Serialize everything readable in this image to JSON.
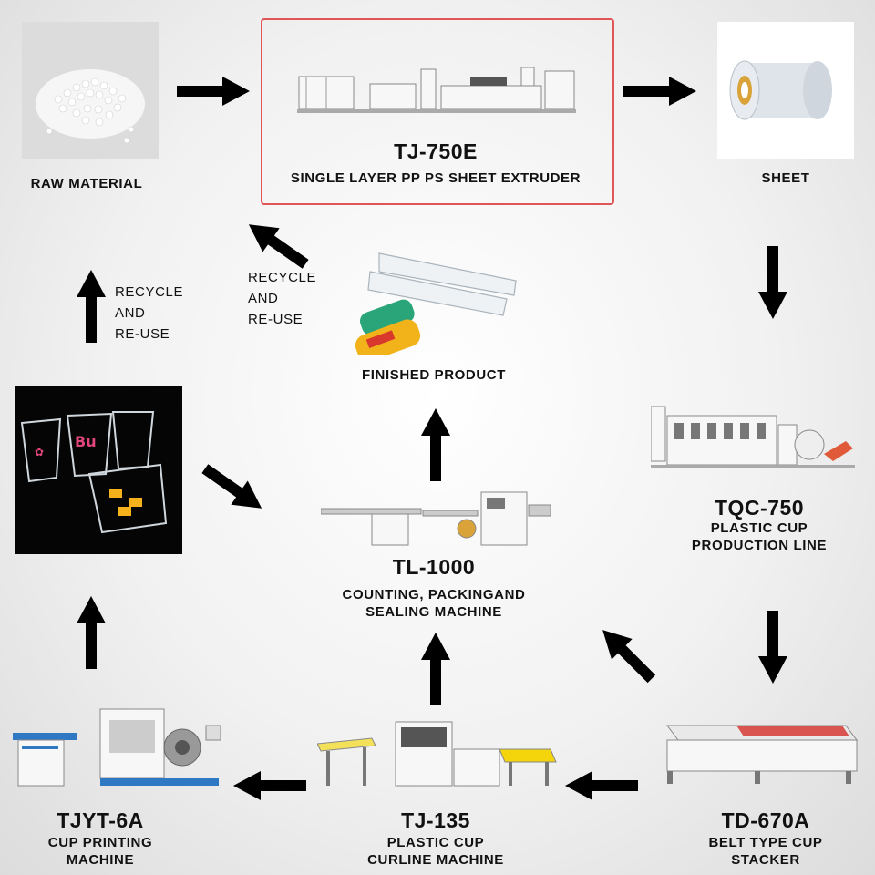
{
  "nodes": {
    "raw_material": {
      "label": "RAW MATERIAL"
    },
    "extruder": {
      "model": "TJ-750E",
      "desc": "SINGLE LAYER PP PS SHEET EXTRUDER"
    },
    "sheet": {
      "label": "SHEET"
    },
    "finished_product": {
      "label": "FINISHED PRODUCT"
    },
    "tqc750": {
      "model": "TQC-750",
      "desc_line1": "PLASTIC CUP",
      "desc_line2": "PRODUCTION LINE"
    },
    "tl1000": {
      "model": "TL-1000",
      "desc_line1": "COUNTING, PACKINGAND",
      "desc_line2": "SEALING MACHINE"
    },
    "td670a": {
      "model": "TD-670A",
      "desc_line1": "BELT TYPE CUP",
      "desc_line2": "STACKER"
    },
    "tj135": {
      "model": "TJ-135",
      "desc_line1": "PLASTIC CUP",
      "desc_line2": "CURLINE MACHINE"
    },
    "tjyt6a": {
      "model": "TJYT-6A",
      "desc_line1": "CUP PRINTING",
      "desc_line2": "MACHINE"
    }
  },
  "recycle_left": {
    "line1": "RECYCLE",
    "line2": "AND",
    "line3": "RE-USE"
  },
  "recycle_center": {
    "line1": "RECYCLE",
    "line2": "AND",
    "line3": "RE-USE"
  },
  "colors": {
    "highlight_border": "#e05555",
    "arrow": "#000000",
    "cup_print_pink": "#e0457b",
    "cup_print_yellow": "#f5b21b"
  }
}
